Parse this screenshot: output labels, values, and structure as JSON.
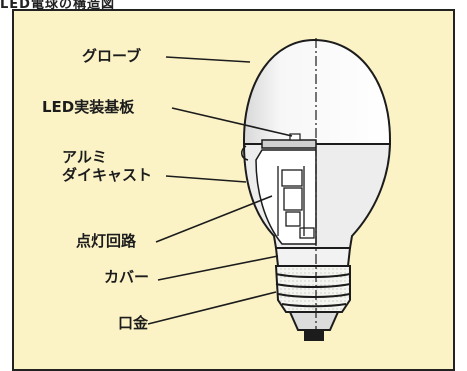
{
  "figure": {
    "heading": "LED電球の構造図"
  },
  "parts": [
    {
      "id": "globe",
      "label": "グローブ"
    },
    {
      "id": "led_board",
      "label": "LED実装基板"
    },
    {
      "id": "aluminum",
      "label": "アルミ\nダイキャスト"
    },
    {
      "id": "circuit",
      "label": "点灯回路"
    },
    {
      "id": "cover",
      "label": "カバー"
    },
    {
      "id": "base",
      "label": "口金"
    }
  ]
}
